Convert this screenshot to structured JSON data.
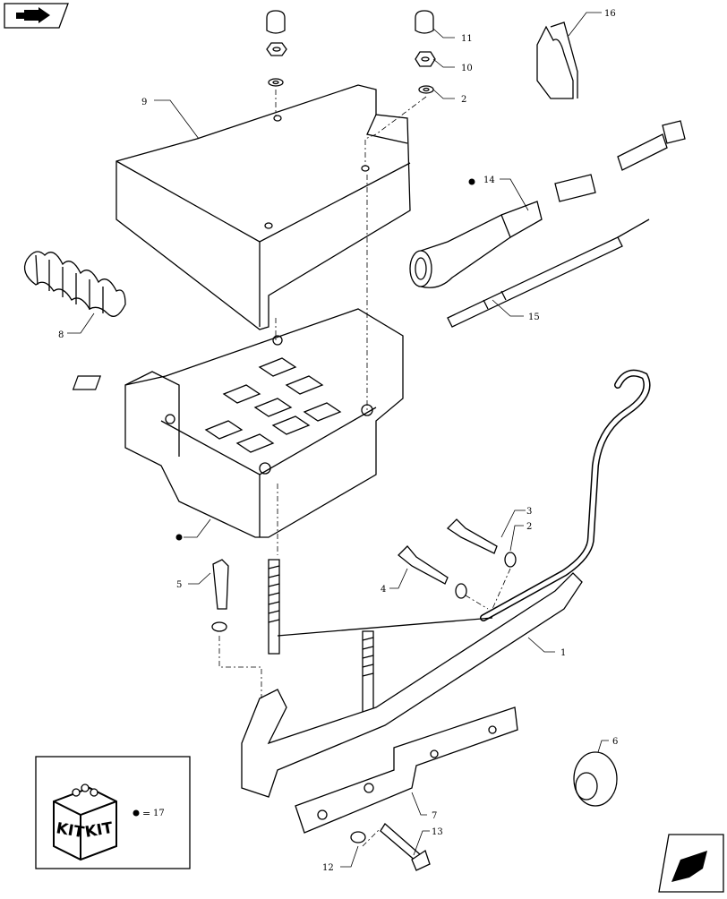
{
  "navigation": {
    "prev_icon": "arrow-left-icon",
    "next_icon": "arrow-right-icon"
  },
  "callouts": [
    {
      "id": "c1",
      "text": "1"
    },
    {
      "id": "c2a",
      "text": "2"
    },
    {
      "id": "c2b",
      "text": "2"
    },
    {
      "id": "c3",
      "text": "3"
    },
    {
      "id": "c4",
      "text": "4"
    },
    {
      "id": "c5",
      "text": "5"
    },
    {
      "id": "c6",
      "text": "6"
    },
    {
      "id": "c7",
      "text": "7"
    },
    {
      "id": "c8",
      "text": "8"
    },
    {
      "id": "c9",
      "text": "9"
    },
    {
      "id": "c10",
      "text": "10"
    },
    {
      "id": "c11",
      "text": "11"
    },
    {
      "id": "c12",
      "text": "12"
    },
    {
      "id": "c13",
      "text": "13"
    },
    {
      "id": "c14",
      "text": "14"
    },
    {
      "id": "c15",
      "text": "15"
    },
    {
      "id": "c16",
      "text": "16"
    }
  ],
  "kit_legend": {
    "box_label_left": "KIT",
    "box_label_right": "KIT",
    "equals": "=",
    "part_number": "17"
  }
}
